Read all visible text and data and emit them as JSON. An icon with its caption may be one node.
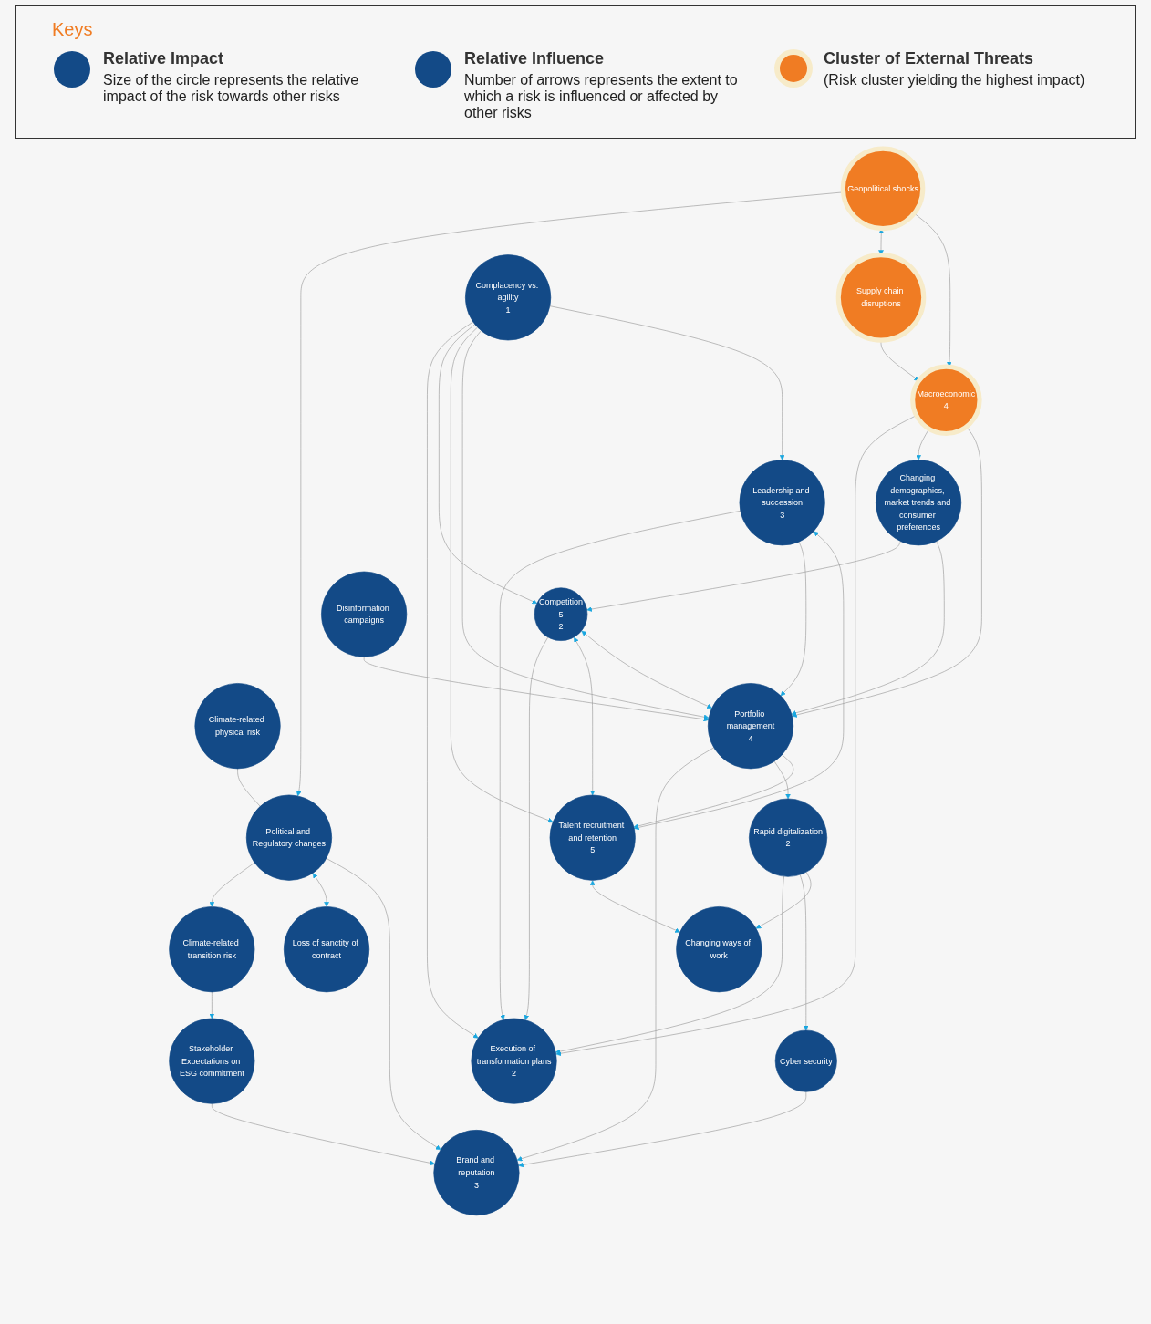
{
  "diagram": {
    "nodes": [
      {
        "text": [
          "Geopolitical shocks"
        ]
      },
      {
        "text": [
          "Climate-related physical risk"
        ]
      },
      {
        "text": [
          "Supply chain disruptions"
        ]
      },
      {
        "text": [
          "Political and Regulatory changes"
        ]
      },
      {
        "text": [
          "Stakeholder Expectations on ESG commitment"
        ]
      },
      {
        "text": [
          "Climate-related transition risk"
        ]
      },
      {
        "text": [
          "Execution of transformation plans",
          "2"
        ]
      },
      {
        "text": [
          "Changing demographics, market trends and consumer preferences"
        ]
      },
      {
        "text": [
          "Macroeconomic",
          "4"
        ]
      },
      {
        "text": [
          "Loss of sanctity of contract"
        ]
      },
      {
        "text": [
          "Complacency vs. agility",
          "1"
        ]
      },
      {
        "text": [
          "Competition",
          "5",
          "2"
        ]
      },
      {
        "text": [
          "Disinformation campaigns"
        ]
      },
      {
        "text": [
          "Cyber security"
        ]
      },
      {
        "text": [
          "Portfolio management",
          "4"
        ]
      },
      {
        "text": [
          "Brand and reputation",
          "3"
        ]
      },
      {
        "text": [
          "Talent recruitment and retention",
          "5"
        ]
      },
      {
        "text": [
          "Changing ways of work"
        ]
      },
      {
        "text": [
          "Leadership and succession",
          "3"
        ]
      },
      {
        "text": [
          "Rapid digitalization",
          "2"
        ]
      }
    ],
    "edges": [
      {
        "from": 0,
        "to": 3,
        "arrow": "to"
      },
      {
        "from": 1,
        "to": 3,
        "arrow": "none"
      },
      {
        "from": 0,
        "to": 2,
        "arrow": "both"
      },
      {
        "from": 0,
        "to": 8,
        "arrow": "to"
      },
      {
        "from": 2,
        "to": 8,
        "arrow": "to"
      },
      {
        "from": 3,
        "to": 5,
        "arrow": "to"
      },
      {
        "from": 5,
        "to": 4,
        "arrow": "to"
      },
      {
        "from": 3,
        "to": 9,
        "arrow": "both"
      },
      {
        "from": 3,
        "to": 15,
        "arrow": "to"
      },
      {
        "from": 4,
        "to": 15,
        "arrow": "to"
      },
      {
        "from": 8,
        "to": 6,
        "arrow": "to"
      },
      {
        "from": 8,
        "to": 7,
        "arrow": "to"
      },
      {
        "from": 8,
        "to": 14,
        "arrow": "to"
      },
      {
        "from": 7,
        "to": 11,
        "arrow": "to"
      },
      {
        "from": 7,
        "to": 14,
        "arrow": "to"
      },
      {
        "from": 10,
        "to": 6,
        "arrow": "to"
      },
      {
        "from": 10,
        "to": 11,
        "arrow": "to"
      },
      {
        "from": 10,
        "to": 16,
        "arrow": "to"
      },
      {
        "from": 10,
        "to": 14,
        "arrow": "to"
      },
      {
        "from": 10,
        "to": 18,
        "arrow": "to"
      },
      {
        "from": 11,
        "to": 6,
        "arrow": "to"
      },
      {
        "from": 11,
        "to": 16,
        "arrow": "both"
      },
      {
        "from": 11,
        "to": 14,
        "arrow": "both"
      },
      {
        "from": 19,
        "to": 6,
        "arrow": "to"
      },
      {
        "from": 18,
        "to": 6,
        "arrow": "to"
      },
      {
        "from": 14,
        "to": 15,
        "arrow": "to"
      },
      {
        "from": 13,
        "to": 15,
        "arrow": "to"
      },
      {
        "from": 19,
        "to": 13,
        "arrow": "to"
      },
      {
        "from": 19,
        "to": 17,
        "arrow": "to"
      },
      {
        "from": 16,
        "to": 17,
        "arrow": "both"
      },
      {
        "from": 14,
        "to": 19,
        "arrow": "to"
      },
      {
        "from": 18,
        "to": 14,
        "arrow": "to"
      },
      {
        "from": 18,
        "to": 16,
        "arrow": "both"
      },
      {
        "from": 14,
        "to": 16,
        "arrow": "to"
      },
      {
        "from": 12,
        "to": 14,
        "arrow": "to"
      }
    ],
    "labels": [
      "Keys",
      "Size of the circle represents the relative impact of the risk towards other risks",
      "Number of arrows represents the extent to which a risk is influenced or affected by other risks",
      "(Risk cluster yielding the highest impact)"
    ],
    "legend": [
      {
        "text": "Relative Impact"
      },
      {
        "text": "Relative Influence"
      },
      {
        "text": "Cluster of External Threats",
        "color": "#f07c23"
      }
    ]
  }
}
